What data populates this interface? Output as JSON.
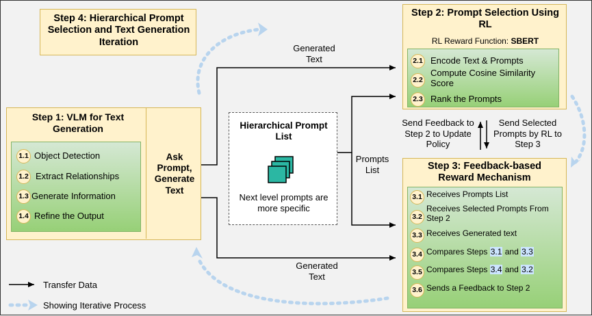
{
  "step4": {
    "title": "Step 4: Hierarchical Prompt Selection and Text Generation Iteration"
  },
  "step1": {
    "title": "Step 1: VLM for Text Generation",
    "ask": "Ask Prompt, Generate Text",
    "items": [
      {
        "num": "1.1",
        "label": "Object Detection"
      },
      {
        "num": "1.2",
        "label": "Extract Relationships"
      },
      {
        "num": "1.3",
        "label": "Generate Information"
      },
      {
        "num": "1.4",
        "label": "Refine the Output"
      }
    ]
  },
  "step2": {
    "title": "Step 2: Prompt Selection Using RL",
    "reward_prefix": "RL Reward Function: ",
    "reward_value": "SBERT",
    "items": [
      {
        "num": "2.1",
        "label": "Encode Text & Prompts"
      },
      {
        "num": "2.2",
        "label": "Compute Cosine Similarity Score"
      },
      {
        "num": "2.3",
        "label": "Rank the Prompts"
      }
    ]
  },
  "step3": {
    "title": "Step 3: Feedback-based Reward Mechanism",
    "items": [
      {
        "num": "3.1",
        "label": "Receives Prompts List"
      },
      {
        "num": "3.2",
        "label": "Receives Selected Prompts From Step 2"
      },
      {
        "num": "3.3",
        "label": "Receives Generated text"
      },
      {
        "num": "3.4",
        "label_prefix": "Compares Steps ",
        "ref_a": "3.1",
        "and": " and ",
        "ref_b": "3.3"
      },
      {
        "num": "3.5",
        "label_prefix": "Compares Steps ",
        "ref_a": "3.4",
        "and": " and ",
        "ref_b": "3.2"
      },
      {
        "num": "3.6",
        "label": "Sends a Feedback to Step 2"
      }
    ]
  },
  "hierarchical": {
    "title": "Hierarchical Prompt List",
    "desc": "Next level prompts are more specific",
    "icon": "stacked-pages-icon"
  },
  "edges": {
    "generated_top": "Generated Text",
    "generated_bottom": "Generated Text",
    "prompts_list": "Prompts List",
    "feedback": "Send Feedback to Step 2 to Update Policy",
    "selected": "Send Selected Prompts by RL to Step 3"
  },
  "legend": {
    "transfer": "Transfer Data",
    "iterative": "Showing Iterative Process"
  },
  "colors": {
    "yellow_fill": "#fff2cc",
    "yellow_border": "#d6b656",
    "green_top": "#d5e8d4",
    "green_bottom": "#97d077",
    "dotted_arrow": "#b8d4ee",
    "stack_icon": "#2bb7a3"
  }
}
